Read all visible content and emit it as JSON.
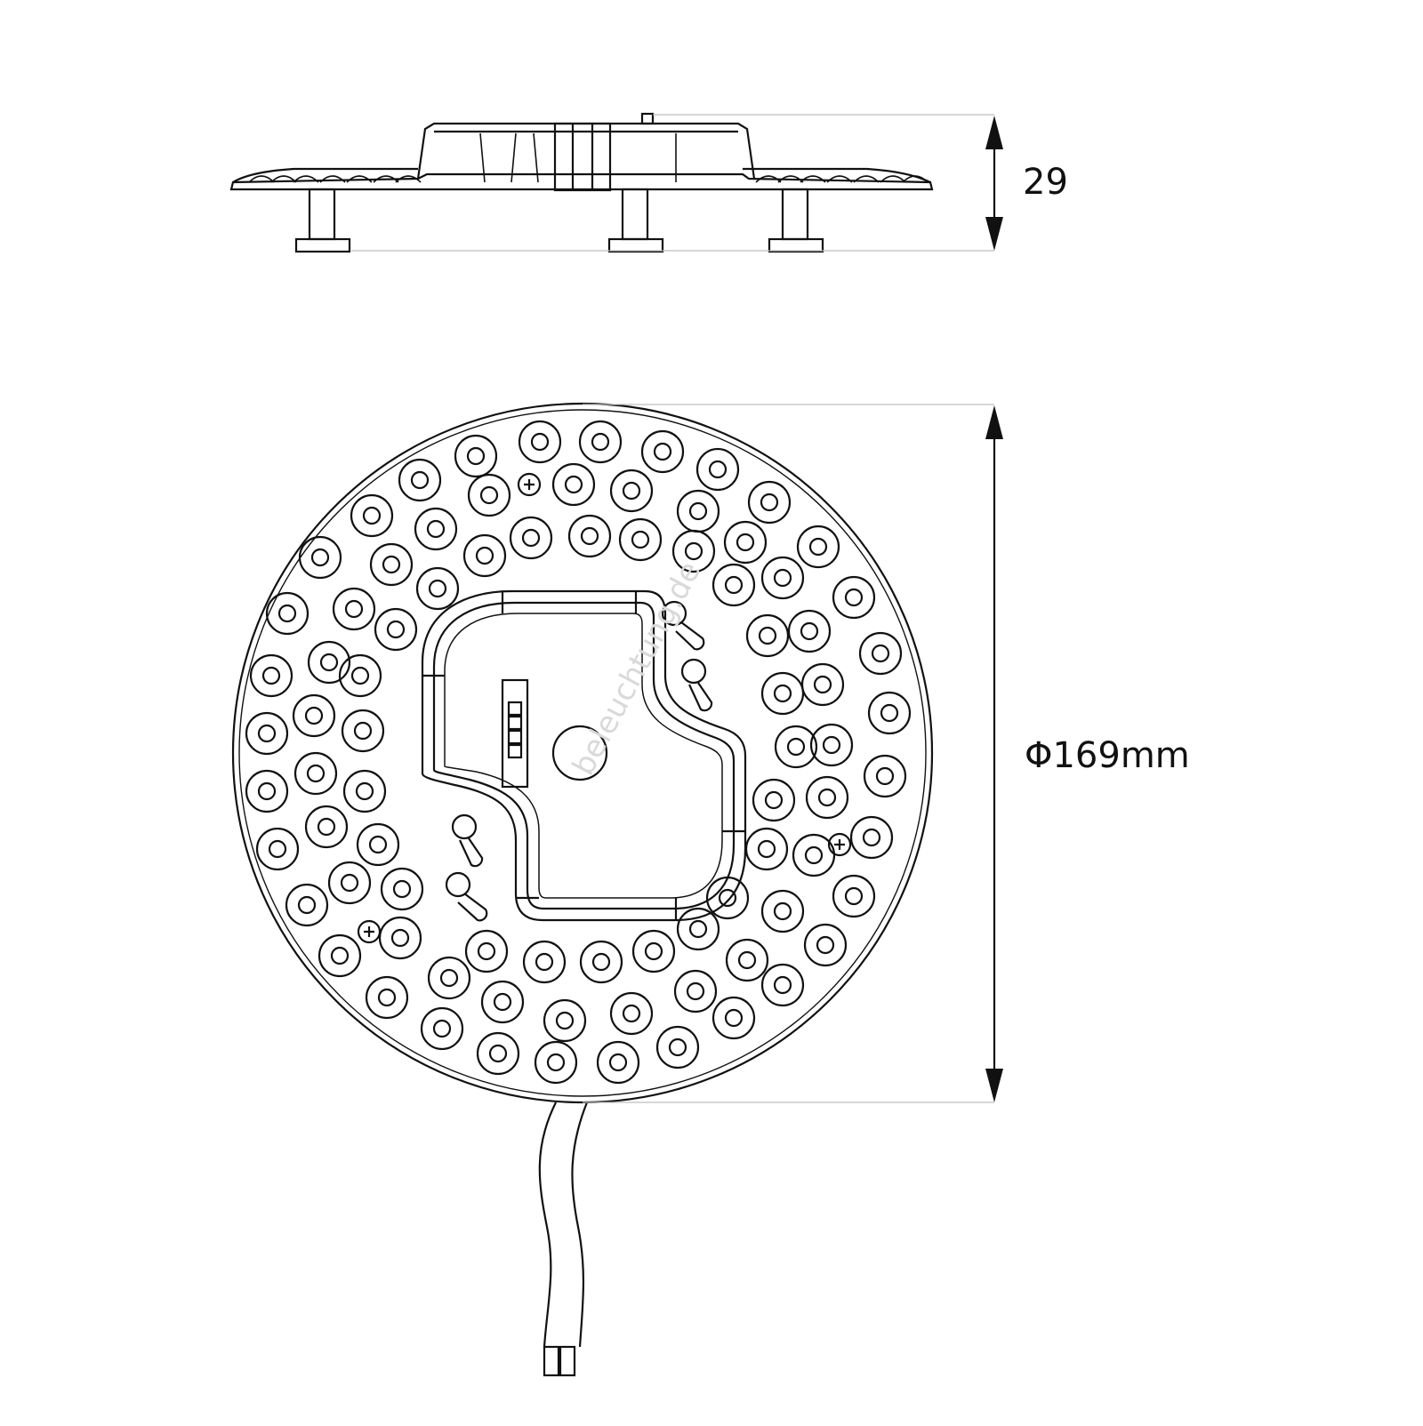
{
  "dimensions": {
    "height_label": "29",
    "diameter_label": "Φ169mm"
  },
  "watermark": "beleuchtung.de",
  "colors": {
    "line": "#111111",
    "guide": "#bdbdbd",
    "watermark": "#d9d9d9",
    "background": "#ffffff"
  }
}
